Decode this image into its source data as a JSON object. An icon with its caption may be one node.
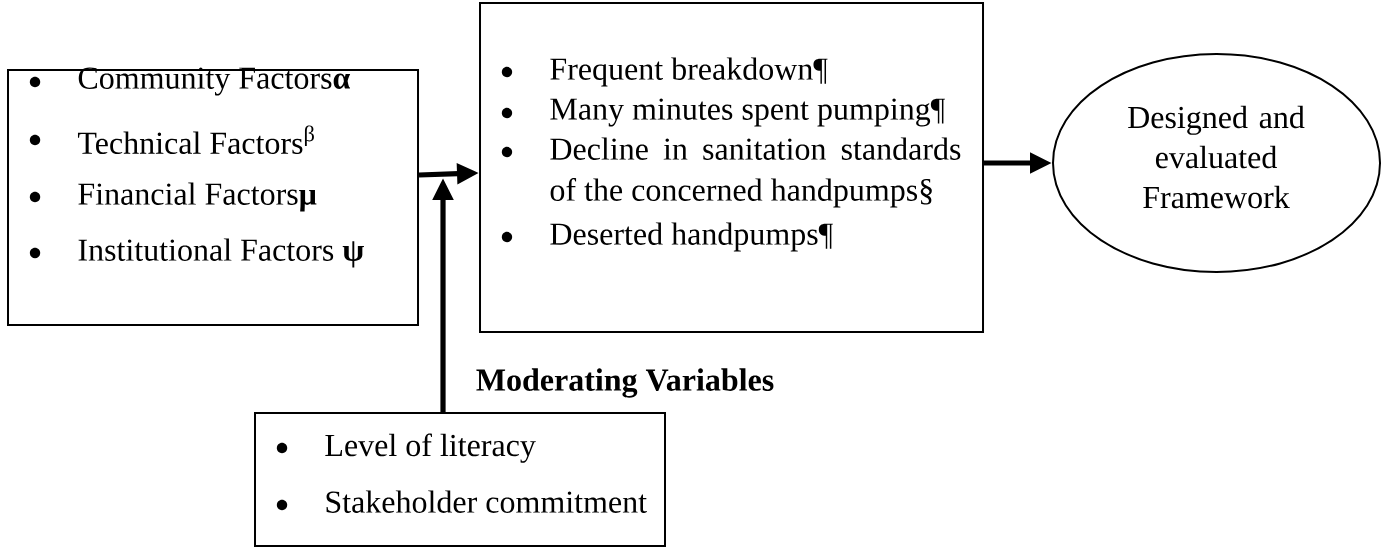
{
  "diagram": {
    "nodes": [
      {
        "text": [
          "Community Factors**α**",
          "Technical Factors$^{β}$",
          "Financial Factors**μ**",
          "Institutional Factors **ψ**"
        ]
      },
      {
        "text": [
          "Frequent breakdown¶",
          "Many minutes spent pumping¶",
          "Decline in sanitation standards of the concerned handpumps§",
          "Deserted handpumps¶"
        ]
      },
      {
        "text": [
          "Designed and evaluated Framework"
        ]
      },
      {
        "text": [
          "Moderating Variables",
          "Level of literacy",
          "Stakeholder commitment"
        ]
      }
    ],
    "edges": [
      {
        "from": 0,
        "to": 1,
        "arrow": "to"
      },
      {
        "from": 3,
        "to": null,
        "arrow": "to"
      },
      {
        "from": 1,
        "to": 2,
        "arrow": "to"
      }
    ]
  }
}
